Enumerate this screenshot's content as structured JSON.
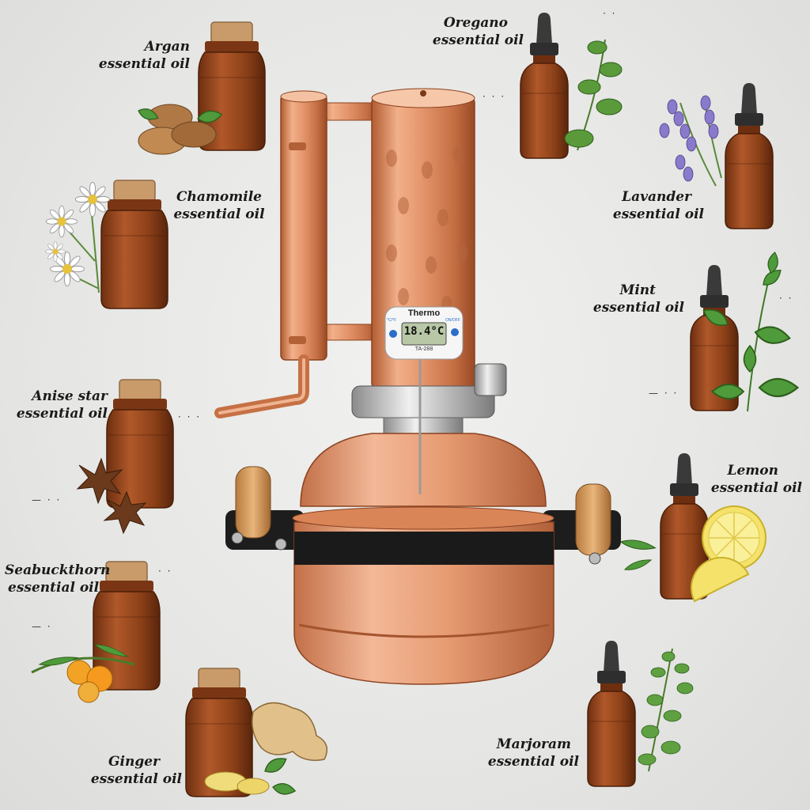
{
  "labels": {
    "argan": [
      "Argan",
      "essential oil"
    ],
    "chamomile": [
      "Chamomile",
      "essential oil"
    ],
    "anise": [
      "Anise star",
      "essential oil"
    ],
    "seabuckthorn": [
      "Seabuckthorn",
      "essential oil"
    ],
    "ginger": [
      "Ginger",
      "essential oil"
    ],
    "oregano": [
      "Oregano",
      "essential oil"
    ],
    "lavander": [
      "Lavander",
      "essential oil"
    ],
    "mint": [
      "Mint",
      "essential oil"
    ],
    "lemon": [
      "Lemon",
      "essential oil"
    ],
    "marjoram": [
      "Marjoram",
      "essential oil"
    ]
  },
  "thermometer": {
    "brand": "Thermo",
    "reading": "18.4°C",
    "model": "TA-288",
    "left_button": "°C/°F",
    "right_button": "ON/OFF"
  },
  "colors": {
    "background": "#e9e9e7",
    "copper": "#d98a5c",
    "amber_bottle": "#8a3e16",
    "cork": "#c99b6a",
    "dropper_cap": "#3a3a3a"
  }
}
